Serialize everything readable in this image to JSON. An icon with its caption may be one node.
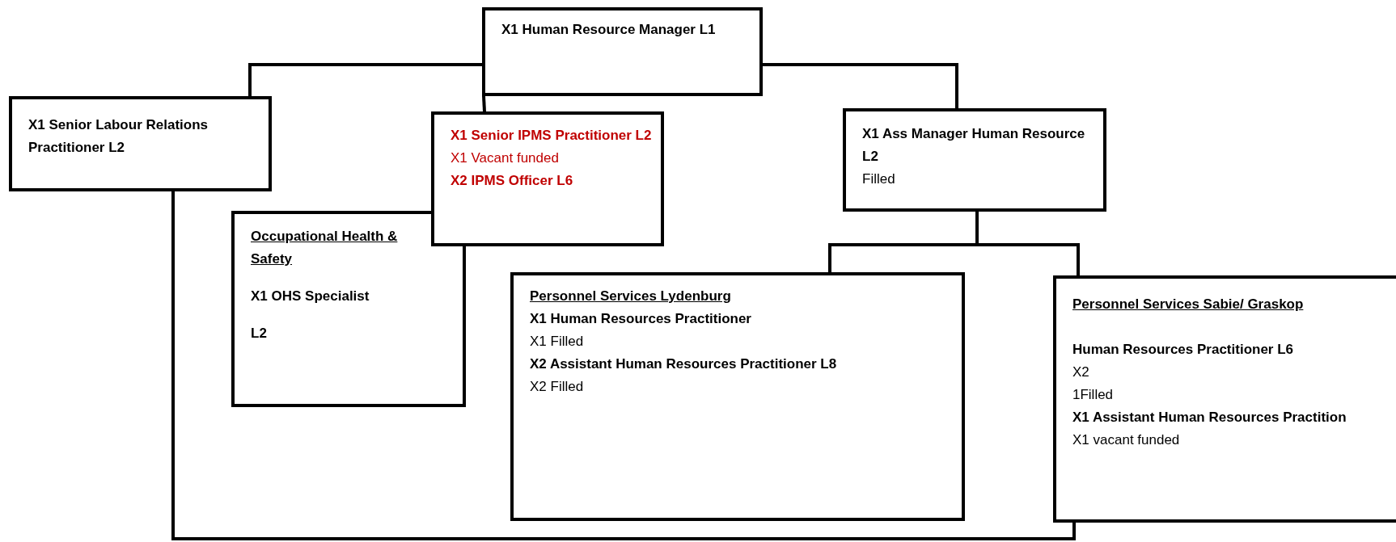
{
  "diagram": {
    "nodes": [
      {
        "text": [
          "X1 Human Resource Manager L1"
        ]
      },
      {
        "text": [
          "X1 Senior Labour Relations Practitioner L2"
        ]
      },
      {
        "text": [
          "X1 Senior IPMS Practitioner L2",
          "X1 Vacant funded",
          "X2 IPMS Officer L6"
        ]
      },
      {
        "text": [
          "X1 Ass Manager Human Resource L2",
          "Filled"
        ]
      },
      {
        "text": [
          "Occupational Health & Safety",
          "X1 OHS Specialist",
          "L2"
        ]
      },
      {
        "text": [
          "Personnel Services Lydenburg",
          "X1 Human Resources Practitioner",
          "X1 Filled",
          "X2 Assistant Human Resources Practitioner L8",
          "X2 Filled"
        ]
      },
      {
        "text": [
          "Personnel Services Sabie/ Graskop",
          "Human Resources Practitioner L6",
          "X2",
          "1Filled",
          "X1 Assistant Human Resources Practition",
          "X1 vacant funded"
        ]
      }
    ],
    "edges": [
      {
        "from": 0,
        "to": 1,
        "arrow": "none"
      },
      {
        "from": 0,
        "to": 2,
        "arrow": "none"
      },
      {
        "from": 0,
        "to": 3,
        "arrow": "none"
      },
      {
        "from": 3,
        "to": 5,
        "arrow": "none"
      },
      {
        "from": 3,
        "to": 6,
        "arrow": "none"
      },
      {
        "from": 1,
        "to": 6,
        "arrow": "none"
      }
    ]
  }
}
